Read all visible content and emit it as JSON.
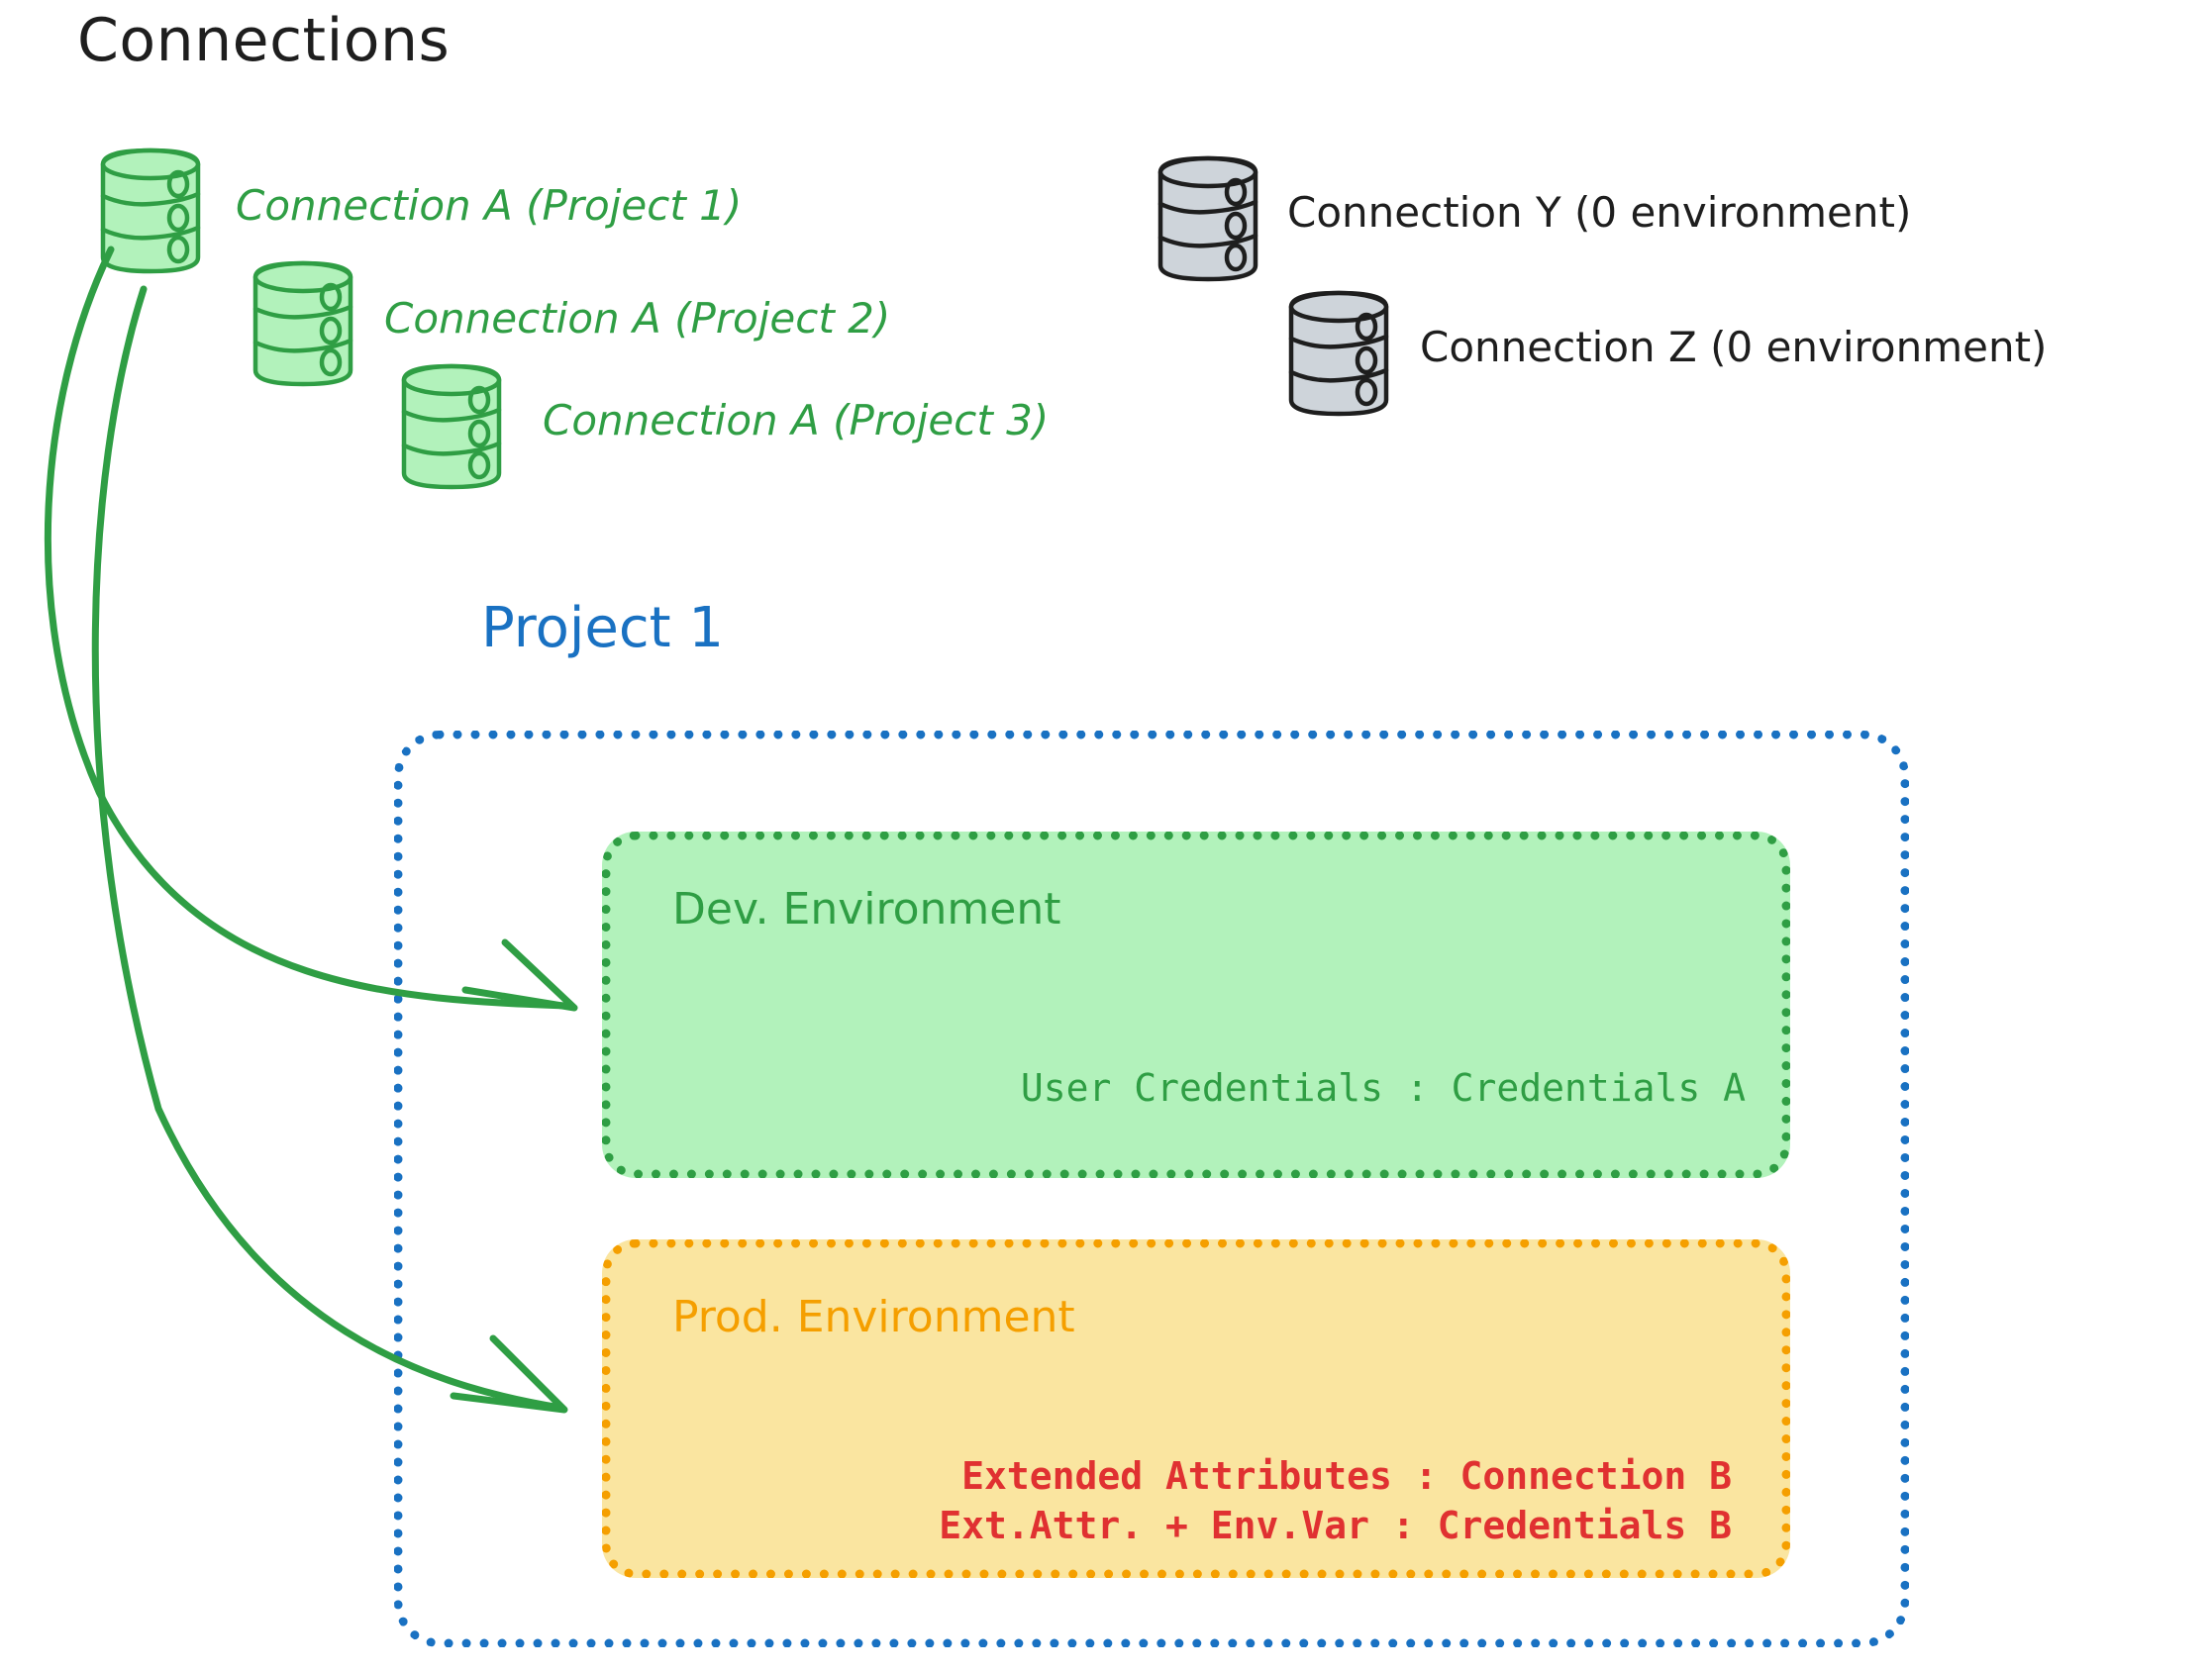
{
  "headings": {
    "connections": "Connections",
    "project": "Project 1"
  },
  "connections": {
    "green": [
      {
        "label": "Connection A (Project 1)",
        "icon": "database-icon"
      },
      {
        "label": "Connection A (Project 2)",
        "icon": "database-icon"
      },
      {
        "label": "Connection A (Project 3)",
        "icon": "database-icon"
      }
    ],
    "gray": [
      {
        "label": "Connection Y (0 environment)",
        "icon": "database-icon"
      },
      {
        "label": "Connection Z (0 environment)",
        "icon": "database-icon"
      }
    ]
  },
  "project": {
    "name": "Project 1",
    "environments": [
      {
        "title": "Dev. Environment",
        "lines": [
          "User Credentials : Credentials A"
        ]
      },
      {
        "title": "Prod. Environment",
        "lines": [
          "Extended Attributes : Connection B",
          "Ext.Attr. + Env.Var : Credentials B"
        ]
      }
    ]
  },
  "colors": {
    "green_stroke": "#2f9e44",
    "green_fill": "#b2f2bb",
    "orange_stroke": "#f59f00",
    "yellow_fill": "#fae5a0",
    "blue": "#1971c2",
    "red": "#e03131",
    "gray_fill": "#ced4da",
    "black": "#1e1e1e"
  }
}
